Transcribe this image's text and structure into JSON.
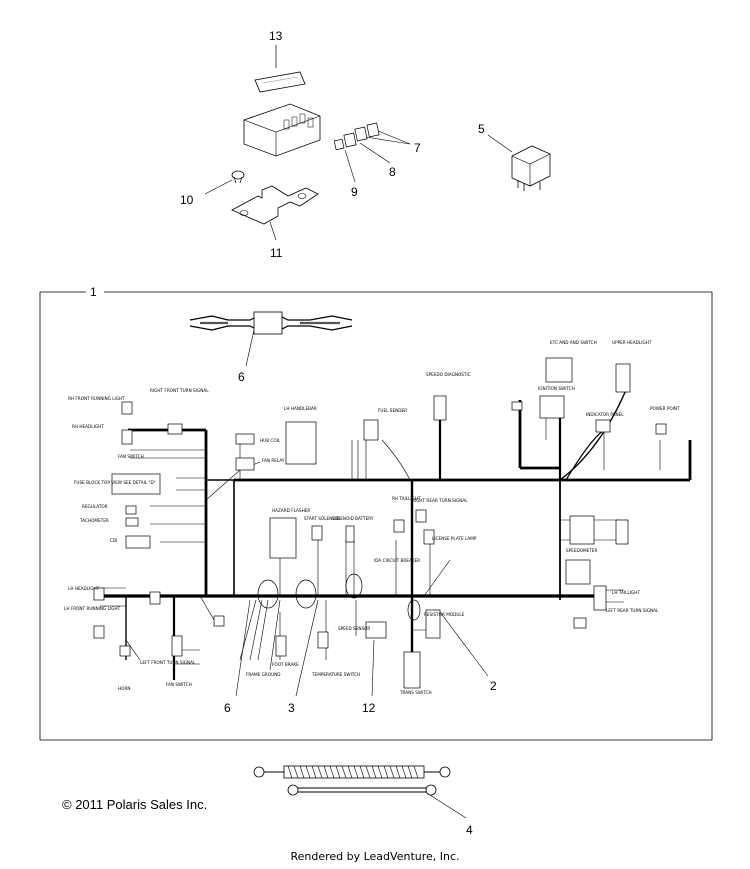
{
  "callouts": {
    "c1": "1",
    "c2": "2",
    "c3": "3",
    "c4": "4",
    "c5": "5",
    "c6a": "6",
    "c6b": "6",
    "c7": "7",
    "c8": "8",
    "c9": "9",
    "c10": "10",
    "c11": "11",
    "c12": "12",
    "c13": "13"
  },
  "labels": {
    "rh_front_running_light": "RH FRONT RUNNING LIGHT",
    "rh_headlight": "RH HEADLIGHT",
    "right_front_turn_signal": "RIGHT FRONT TURN SIGNAL",
    "fan_switch": "FAN SWITCH",
    "fan_relay": "FAN RELAY",
    "hub_coil": "HUB COIL",
    "fuse_block": "FUSE BLOCK TOP VIEW SEE DETAIL \"D\"",
    "regulator": "REGULATOR",
    "tachometer": "TACHOMETER",
    "cdi": "CDI",
    "lh_handlebar": "LH HANDLEBAR",
    "fuel_sender": "FUEL SENDER",
    "speedo_diagnostic": "SPEEDO DIAGNOSTIC",
    "etc_and_switch": "ETC AND AND SWITCH",
    "ignition_switch": "IGNITION SWITCH",
    "indicator_panel": "INDICATOR PANEL",
    "upper_headlight": "UPPER HEADLIGHT",
    "power_point": "POWER POINT",
    "hazard_flasher": "HAZARD FLASHER",
    "start_solenoid": "START SOLENOID",
    "solenoid_battery": "SOLENOID BATTERY",
    "rh_taillight": "RH TAILLIGHT",
    "right_rear_turn_signal": "RIGHT REAR TURN SIGNAL",
    "license_plate_lamp": "LICENSE PLATE LAMP",
    "ida_circuit_breaker": "IDA CIRCUIT BREAKER",
    "speedometer": "SPEEDOMETER",
    "lh_headlight": "LH HEADLIGHT",
    "lh_front_running_light": "LH FRONT RUNNING LIGHT",
    "left_front_turn_signal": "LEFT FRONT TURN SIGNAL",
    "horn": "HORN",
    "fan_switch2": "FAN SWITCH",
    "frame_ground": "FRAME GROUND",
    "foot_brake": "FOOT BRAKE",
    "temperature_switch": "TEMPERATURE SWITCH",
    "speed_sensor": "SPEED SENSOR",
    "resistor_module": "RESISTOR MODULE",
    "trans_switch": "TRANS SWITCH",
    "lh_taillight": "LH TAILLIGHT",
    "left_rear_turn_signal": "LEFT REAR TURN SIGNAL"
  },
  "footer": {
    "copyright": "© 2011 Polaris Sales Inc.",
    "rendered_by": "Rendered by LeadVenture, Inc."
  }
}
